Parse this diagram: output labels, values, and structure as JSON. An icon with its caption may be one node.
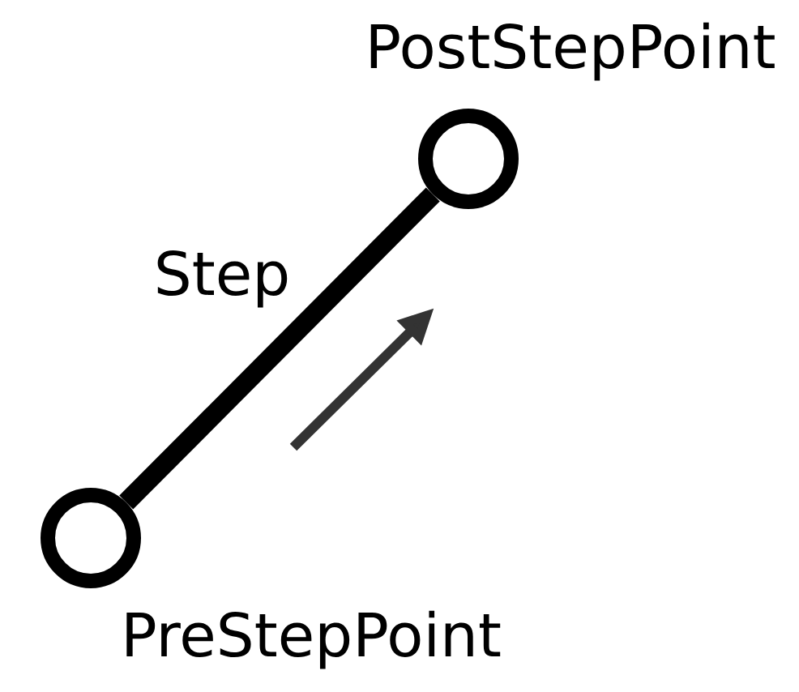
{
  "diagram": {
    "nodes": [
      {
        "text": [],
        "shape": "circle",
        "beside": [
          "PreStepPoint"
        ]
      },
      {
        "text": [],
        "shape": "circle",
        "beside": [
          "PostStepPoint"
        ]
      }
    ],
    "edges": [
      {
        "from": 0,
        "to": 1,
        "arrow": "none",
        "label": "Step"
      }
    ]
  }
}
